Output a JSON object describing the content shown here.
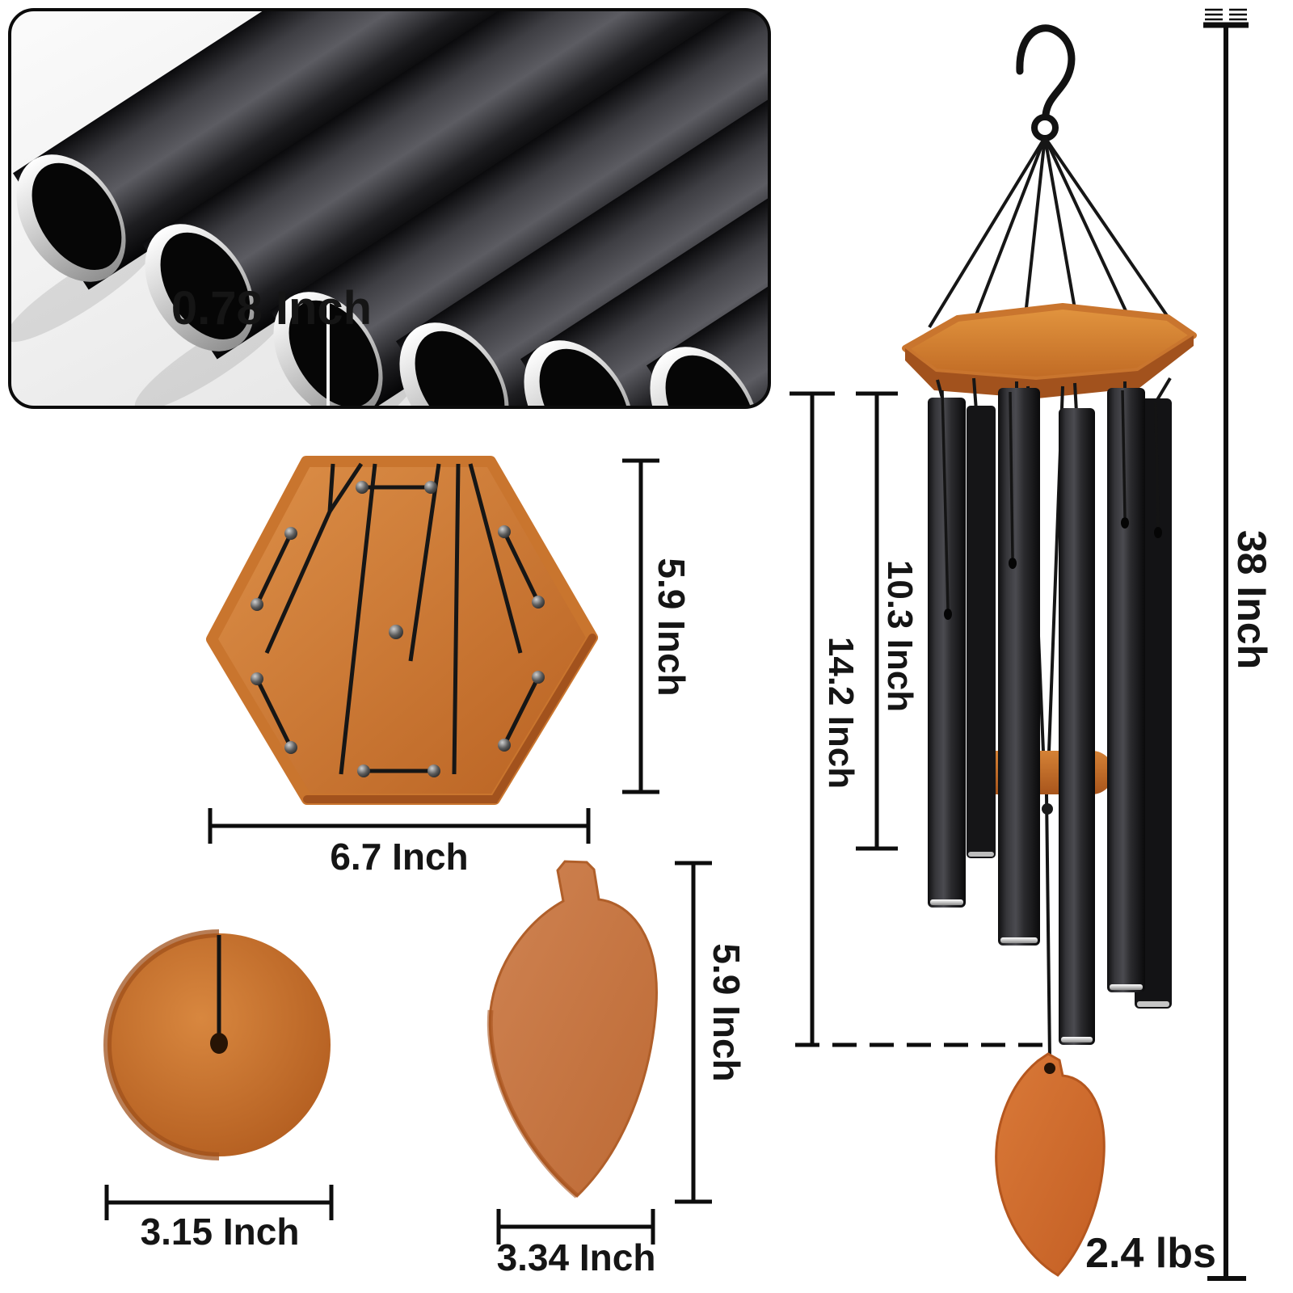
{
  "figure_type": "wind-chime dimension infographic",
  "inset": {
    "diameter_label": "0.78 Inch",
    "tube_count": 6
  },
  "top_plate": {
    "height_label": "5.9 Inch",
    "width_label": "6.7 Inch"
  },
  "striker_disc": {
    "diameter_label": "3.15 Inch"
  },
  "wind_sail": {
    "height_label": "5.9 Inch",
    "width_label": "3.34 Inch"
  },
  "chime": {
    "overall_height_label": "38 Inch",
    "longest_tube_label": "14.2 Inch",
    "shortest_tube_label": "10.3 Inch",
    "weight_label": "2.4 lbs",
    "tube_count": 6
  },
  "colors": {
    "wood": "#c9752e",
    "wood_dark": "#a2521d",
    "tube_black": "#1b1b1e",
    "silver": "#d8d8d8",
    "line": "#111111",
    "background": "#ffffff",
    "inset_bg": "#f0f0f0"
  }
}
